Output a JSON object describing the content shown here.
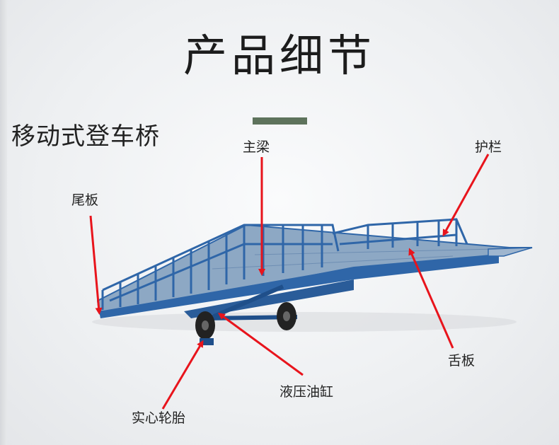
{
  "title": "产品细节",
  "subtitle": "移动式登车桥",
  "labels": {
    "main_beam": "主梁",
    "guardrail": "护栏",
    "tail_plate": "尾板",
    "tongue_plate": "舌板",
    "hydraulic_cylinder": "液压油缸",
    "solid_tire": "实心轮胎"
  },
  "colors": {
    "accent_bar": "#5e735c",
    "frame_blue": "#2f66a8",
    "arrow_red": "#e8141c"
  }
}
